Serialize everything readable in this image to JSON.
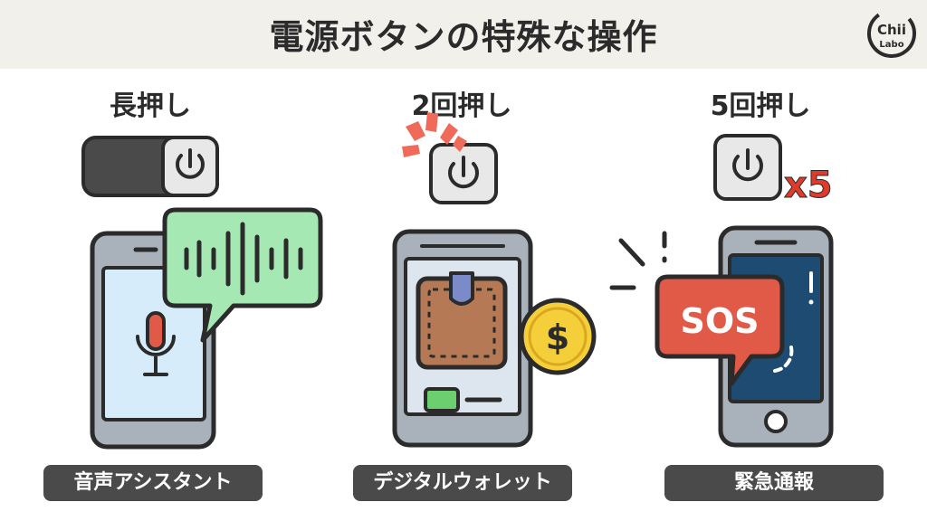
{
  "header": {
    "title": "電源ボタンの特殊な操作"
  },
  "logo": {
    "text_top": "Chii",
    "text_bottom": "Labo",
    "accent": "#e0d6c2"
  },
  "columns": [
    {
      "heading": "長押し",
      "label": "音声アシスタント"
    },
    {
      "heading": "2回押し",
      "label": "デジタルウォレット"
    },
    {
      "heading": "5回押し",
      "label": "緊急通報",
      "multiplier": "x5",
      "bubble_text": "SOS"
    }
  ],
  "colors": {
    "outline": "#2b2b2b",
    "green": "#a6e8b3",
    "red": "#e05a47",
    "blue": "#d6ecfb",
    "navy": "#1d4b72",
    "gold": "#f5cf3a",
    "brown": "#b57a55",
    "purple": "#7b8ac9",
    "gray": "#c3c9cf",
    "pill": "#4a4a4a"
  }
}
